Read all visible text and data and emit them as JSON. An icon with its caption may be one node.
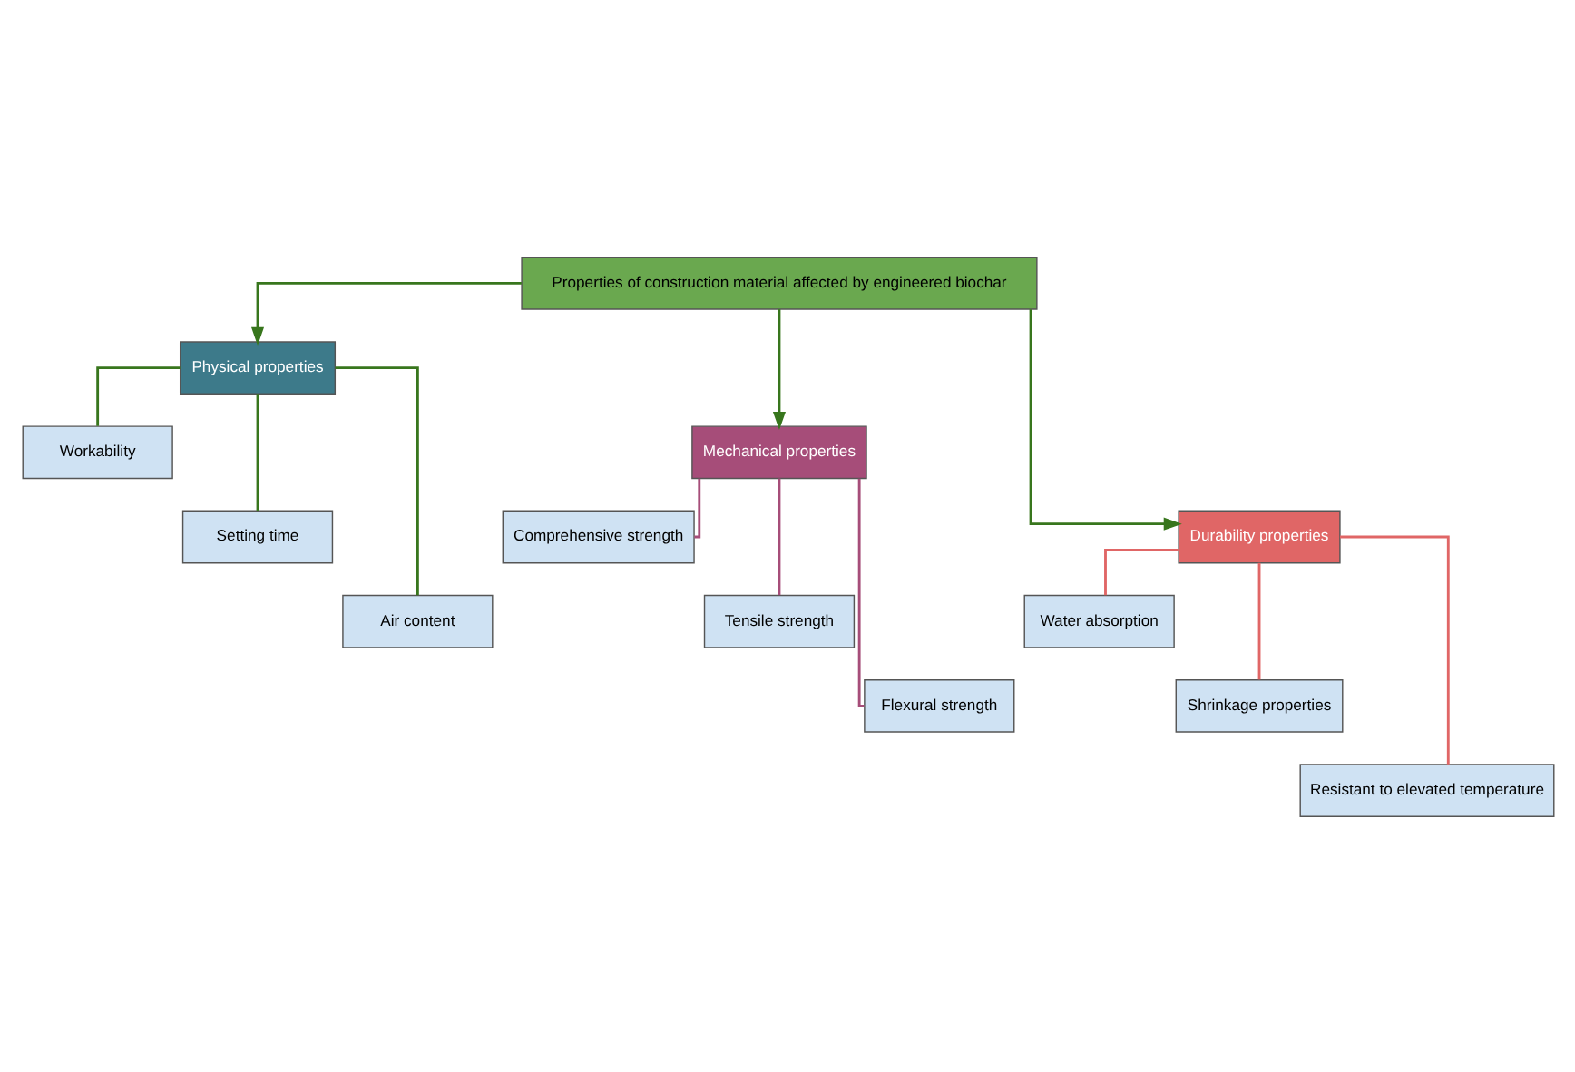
{
  "diagram": {
    "nodes": [
      {
        "text": [
          "Properties of construction material affected by engineered biochar"
        ]
      },
      {
        "text": [
          "Physical properties"
        ]
      },
      {
        "text": [
          "Mechanical properties"
        ]
      },
      {
        "text": [
          "Durability properties"
        ]
      },
      {
        "text": [
          "Workability"
        ]
      },
      {
        "text": [
          "Setting time"
        ]
      },
      {
        "text": [
          "Air content"
        ]
      },
      {
        "text": [
          "Comprehensive strength"
        ]
      },
      {
        "text": [
          "Tensile strength"
        ]
      },
      {
        "text": [
          "Flexural strength"
        ]
      },
      {
        "text": [
          "Water absorption"
        ]
      },
      {
        "text": [
          "Shrinkage properties"
        ]
      },
      {
        "text": [
          "Resistant to elevated temperature"
        ]
      }
    ],
    "edges": [
      {
        "from": 0,
        "to": 1,
        "arrow": "to"
      },
      {
        "from": 0,
        "to": 2,
        "arrow": "to"
      },
      {
        "from": 0,
        "to": 3,
        "arrow": "to"
      },
      {
        "from": 1,
        "to": 4,
        "arrow": "none"
      },
      {
        "from": 1,
        "to": 5,
        "arrow": "none"
      },
      {
        "from": 1,
        "to": 6,
        "arrow": "none"
      },
      {
        "from": 2,
        "to": 7,
        "arrow": "none",
        "color": "#a64d79"
      },
      {
        "from": 2,
        "to": 8,
        "arrow": "none",
        "color": "#a64d79"
      },
      {
        "from": 2,
        "to": 9,
        "arrow": "none",
        "color": "#a64d79"
      },
      {
        "from": 3,
        "to": 10,
        "arrow": "none",
        "color": "#e06666"
      },
      {
        "from": 3,
        "to": 11,
        "arrow": "none",
        "color": "#e06666"
      },
      {
        "from": 3,
        "to": 12,
        "arrow": "none",
        "color": "#e06666"
      }
    ]
  }
}
